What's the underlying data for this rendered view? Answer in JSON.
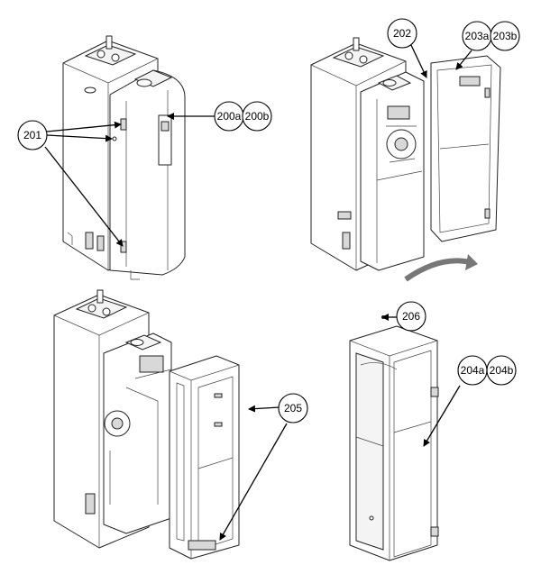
{
  "callouts": {
    "c201": "201",
    "c200a": "200a",
    "c200b": "200b",
    "c202": "202",
    "c203a": "203a",
    "c203b": "203b",
    "c205": "205",
    "c206": "206",
    "c204a": "204a",
    "c204b": "204b"
  },
  "colors": {
    "line": "#222222",
    "background": "#ffffff",
    "shade": "#d8d8d8"
  }
}
